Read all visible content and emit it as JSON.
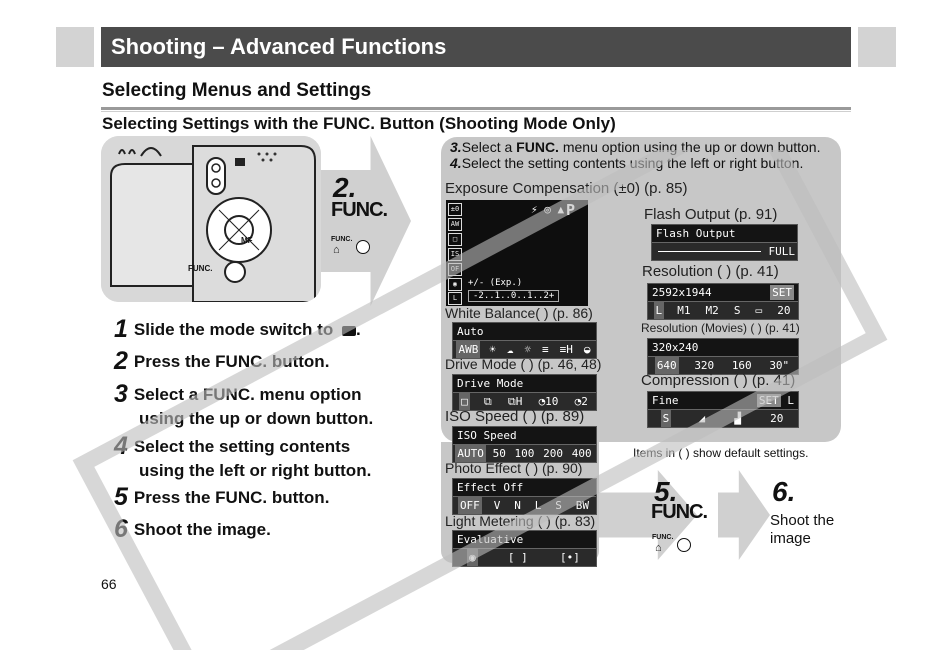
{
  "header": {
    "title": "Shooting – Advanced Functions"
  },
  "section_title": "Selecting Menus and Settings",
  "subsection_title": "Selecting Settings with the FUNC. Button (Shooting Mode Only)",
  "callout_step2": {
    "number": "2.",
    "label": "FUNC.",
    "button_label": "FUNC."
  },
  "camera": {
    "button_label": "FUNC.",
    "dial_label": "MF"
  },
  "steps": [
    {
      "n": "1",
      "line1": "Slide the mode switch to",
      "line2": ""
    },
    {
      "n": "2",
      "line1": "Press the FUNC. button.",
      "line2": ""
    },
    {
      "n": "3",
      "line1": "Select a FUNC. menu option",
      "line2": "using the up or down button."
    },
    {
      "n": "4",
      "line1": "Select the setting contents",
      "line2": "using the left or right button."
    },
    {
      "n": "5",
      "line1": "Press the FUNC. button.",
      "line2": ""
    },
    {
      "n": "6",
      "line1": "Shoot the image.",
      "line2": ""
    }
  ],
  "instructions": {
    "step3_num": "3.",
    "step3_pre": "Select a",
    "step3_bold": "FUNC.",
    "step3_post": "menu option using the up or down button.",
    "step4_num": "4.",
    "step4_text": "Select the setting contents using the left or right button."
  },
  "labels": {
    "exposure": "Exposure Compensation (±0) (p. 85)",
    "white_balance": "White Balance(     ) (p. 86)",
    "drive_mode": "Drive Mode (    ) (p. 46, 48)",
    "iso_speed": "ISO Speed (    ) (p. 89)",
    "photo_effect": "Photo Effect (    ) (p. 90)",
    "light_metering": "Light Metering (    ) (p. 83)",
    "flash_output": "Flash Output (p. 91)",
    "resolution": "Resolution (    ) (p. 41)",
    "resolution_movies": "Resolution (Movies) (    ) (p. 41)",
    "compression": "Compression (    ) (p. 41)",
    "default_note": "Items in ( ) show default settings."
  },
  "lcd": {
    "mode": "P",
    "exp_label": "+/- (Exp.)",
    "scale": "-2..1..0..1..2+"
  },
  "menus": {
    "white_balance": {
      "title": "Auto",
      "items": [
        "AWB",
        "☀",
        "☁",
        "☼",
        "≡",
        "≡H",
        "◒"
      ]
    },
    "drive_mode": {
      "title": "Drive Mode",
      "items": [
        "□",
        "⧉",
        "⧉H",
        "◔10",
        "◔2"
      ]
    },
    "iso_speed": {
      "title": "ISO Speed",
      "items": [
        "AUTO",
        "50",
        "100",
        "200",
        "400"
      ]
    },
    "photo_effect": {
      "title": "Effect Off",
      "items": [
        "OFF",
        "V",
        "N",
        "L",
        "S",
        "BW"
      ]
    },
    "light_metering": {
      "title": "Evaluative",
      "items": [
        "◉",
        "[ ]",
        "[•]"
      ]
    },
    "flash_output": {
      "title": "Flash Output",
      "items": [
        "FULL"
      ]
    },
    "resolution": {
      "title": "2592x1944",
      "set": "SET",
      "items": [
        "L",
        "M1",
        "M2",
        "S",
        "▭",
        "20"
      ]
    },
    "resolution_movies": {
      "title": "320x240",
      "items": [
        "640",
        "320",
        "160",
        "30\""
      ]
    },
    "compression": {
      "title": "Fine",
      "set": "SET",
      "items": [
        "S",
        "◢",
        "▟",
        "20"
      ],
      "size_label": "L"
    }
  },
  "callout_step5": {
    "number": "5.",
    "label": "FUNC.",
    "button_label": "FUNC."
  },
  "callout_step6": {
    "number": "6.",
    "text1": "Shoot the",
    "text2": "image"
  },
  "page_number": "66"
}
